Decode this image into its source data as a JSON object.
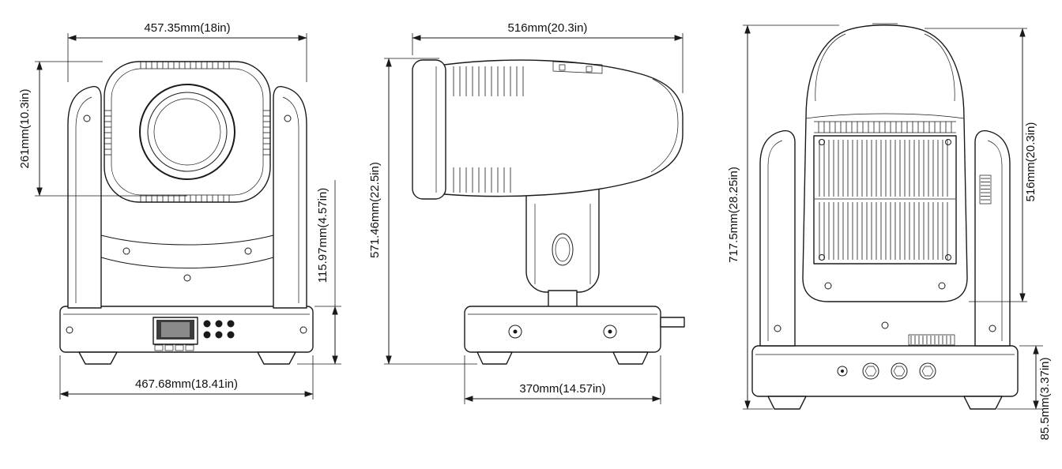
{
  "views": {
    "front": {
      "dim_top_width": "457.35mm(18in)",
      "dim_head_height": "261mm(10.3in)",
      "dim_base_height": "115.97mm(4.57in)",
      "dim_bottom_width": "467.68mm(18.41in)"
    },
    "side": {
      "dim_top_depth": "516mm(20.3in)",
      "dim_total_height": "571.46mm(22.5in)",
      "dim_base_depth": "370mm(14.57in)"
    },
    "rear": {
      "dim_total_height": "717.5mm(28.25in)",
      "dim_head_height": "516mm(20.3in)",
      "dim_base_height": "85.5mm(3.37in)"
    }
  },
  "colors": {
    "line": "#1a1a1a",
    "background": "#ffffff",
    "screen_fill": "#3c3c3c"
  }
}
